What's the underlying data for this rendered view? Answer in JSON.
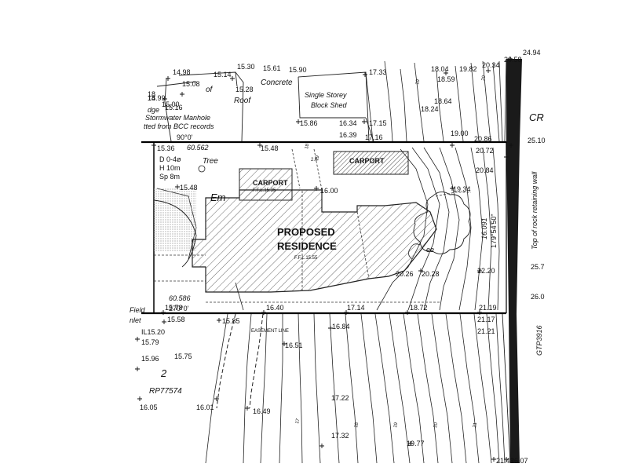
{
  "labels": {
    "proposed_1": "PROPOSED",
    "proposed_2": "RESIDENCE",
    "ffl_residence": "F.F.L.15.55",
    "carport_left": "CARPORT",
    "ffl_carport": "F.F.L.15.35",
    "carport_right": "CARPORT",
    "shed_1": "Single Storey",
    "shed_2": "Block Shed",
    "concrete": "Concrete",
    "roof": "Roof",
    "of": "of",
    "edge": "dge",
    "manhole": "Stormwater Manhole",
    "bcc": "tted from BCC records",
    "bearing_top": "90°0'",
    "bearing_bottom": "270°0'",
    "dist_top": "60.562",
    "dist_bottom": "60.586",
    "bearing_right": "179°54'50\"",
    "dist_right": "16.091",
    "tree": "Tree",
    "tree_d": "D  0-4ø",
    "tree_h": "H  10m",
    "tree_sp": "Sp 8m",
    "emt": "Em",
    "easement": "EASEMENT LINE",
    "field_1": "Field",
    "field_2": "nlet",
    "il": "IL15.20",
    "lot": "2",
    "rp": "RP77574",
    "retaining": "Top of rock retaining wall",
    "gtp": "GTP3916",
    "cr": "CR",
    "ee": "ee",
    "offset_val": "2.0",
    "small_18": "18"
  },
  "spot_levels": [
    "14.98",
    "15.08",
    "15.14",
    "15.30",
    "15.61",
    "15.90",
    "17.33",
    "14.99",
    "15.00",
    "15.16",
    "15.28",
    "18",
    "15.86",
    "16.34",
    "17.15",
    "16.39",
    "17.16",
    "18.04",
    "18.59",
    "18.64",
    "18.24",
    "19.82",
    "20.34",
    "20.58",
    "24.94",
    "15.36",
    "15.48",
    "19.00",
    "20.86",
    "25.10",
    "20.72",
    "20.84",
    "19.34",
    "15.48",
    "16.00",
    "20.26",
    "20.28",
    "22.20",
    "25.7",
    "15.78",
    "16.40",
    "17.14",
    "18.72",
    "21.19",
    "26.0",
    "15.58",
    "15.85",
    "16.84",
    "21.17",
    "21.21",
    "15.79",
    "15.96",
    "15.75",
    "16.51",
    "16.05",
    "16.01",
    "16.49",
    "17.22",
    "17.32",
    "19.77",
    "21.48",
    "26.07"
  ],
  "contour_labels": [
    "17",
    "18",
    "19",
    "20",
    "21",
    "19",
    "20",
    "18",
    "19"
  ]
}
